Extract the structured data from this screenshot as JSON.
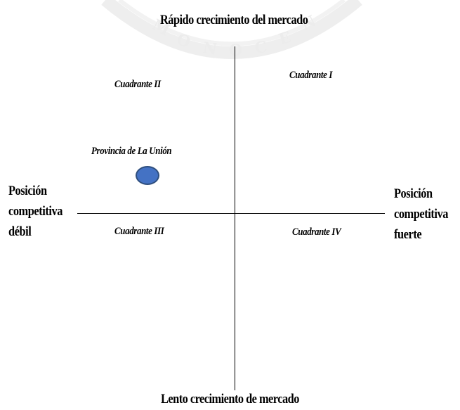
{
  "axes": {
    "top": "Rápido crecimiento del mercado",
    "bottom": "Lento crecimiento de mercado",
    "left": [
      "Posición",
      "competitiva",
      "débil"
    ],
    "right": [
      "Posición",
      "competitiva",
      "fuerte"
    ]
  },
  "quadrants": {
    "q1": "Cuadrante I",
    "q2": "Cuadrante II",
    "q3": "Cuadrante III",
    "q4": "Cuadrante IV"
  },
  "point": {
    "label": "Provincia de La Unión",
    "quadrant": "Cuadrante II",
    "fill_color": "#4472c4",
    "border_color": "#2f4f7e"
  },
  "colors": {
    "axis": "#000000",
    "text": "#000000",
    "background": "#ffffff"
  }
}
